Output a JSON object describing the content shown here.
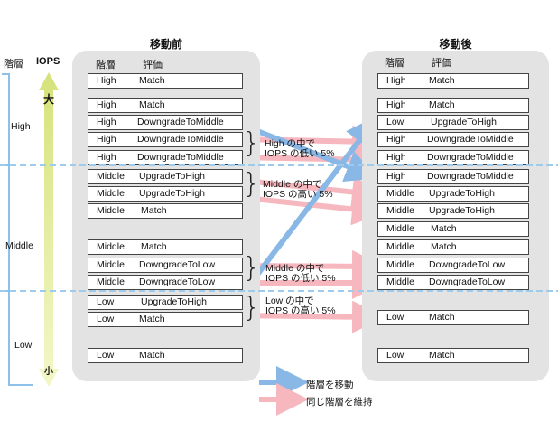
{
  "left_header": {
    "tier": "階層",
    "iops": "IOPS"
  },
  "axis": {
    "big": "大",
    "small": "小"
  },
  "tier_labels": {
    "high": "High",
    "middle": "Middle",
    "low": "Low"
  },
  "before": {
    "title": "移動前",
    "col_tier": "階層",
    "col_eval": "評価",
    "rows": [
      {
        "tier": "High",
        "eval": "Match"
      },
      {
        "tier": "High",
        "eval": "Match"
      },
      {
        "tier": "High",
        "eval": "DowngradeToMiddle"
      },
      {
        "tier": "High",
        "eval": "DowngradeToMiddle"
      },
      {
        "tier": "High",
        "eval": "DowngradeToMiddle"
      },
      {
        "tier": "Middle",
        "eval": "UpgradeToHigh"
      },
      {
        "tier": "Middle",
        "eval": "UpgradeToHigh"
      },
      {
        "tier": "Middle",
        "eval": "Match"
      },
      {
        "tier": "Middle",
        "eval": "Match"
      },
      {
        "tier": "Middle",
        "eval": "DowngradeToLow"
      },
      {
        "tier": "Middle",
        "eval": "DowngradeToLow"
      },
      {
        "tier": "Low",
        "eval": "UpgradeToHigh"
      },
      {
        "tier": "Low",
        "eval": "Match"
      },
      {
        "tier": "Low",
        "eval": "Match"
      }
    ]
  },
  "after": {
    "title": "移動後",
    "col_tier": "階層",
    "col_eval": "評価",
    "rows": [
      {
        "tier": "High",
        "eval": "Match"
      },
      {
        "tier": "High",
        "eval": "Match"
      },
      {
        "tier": "Low",
        "eval": "UpgradeToHigh"
      },
      {
        "tier": "High",
        "eval": "DowngradeToMiddle"
      },
      {
        "tier": "High",
        "eval": "DowngradeToMiddle"
      },
      {
        "tier": "High",
        "eval": "DowngradeToMiddle"
      },
      {
        "tier": "Middle",
        "eval": "UpgradeToHigh"
      },
      {
        "tier": "Middle",
        "eval": "UpgradeToHigh"
      },
      {
        "tier": "Middle",
        "eval": "Match"
      },
      {
        "tier": "Middle",
        "eval": "Match"
      },
      {
        "tier": "Middle",
        "eval": "DowngradeToLow"
      },
      {
        "tier": "Middle",
        "eval": "DowngradeToLow"
      },
      {
        "tier": "Low",
        "eval": "Match"
      },
      {
        "tier": "Low",
        "eval": "Match"
      }
    ]
  },
  "group_notes": {
    "high_low": "High の中で\nIOPS の低い 5%",
    "middle_high": "Middle の中で\nIOPS の高い 5%",
    "middle_low": "Middle の中で\nIOPS の低い 5%",
    "low_high": "Low の中で\nIOPS の高い 5%"
  },
  "legend": {
    "move": "階層を移動",
    "keep": "同じ階層を維持"
  },
  "colors": {
    "panel": "#e3e3e3",
    "move_arrow": "#8ab8e6",
    "keep_arrow": "#f6b7be",
    "bracket": "#8ec1ea",
    "dash": "#9ccbee",
    "axis_arrow": "#e6ef8a"
  }
}
